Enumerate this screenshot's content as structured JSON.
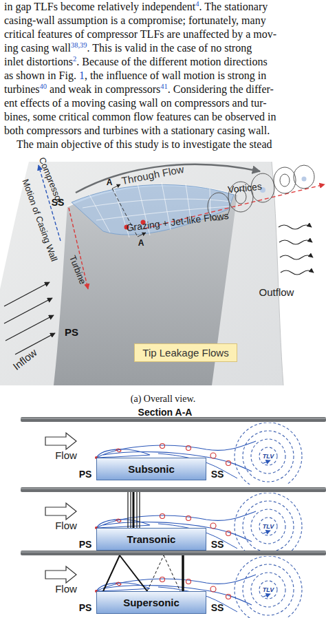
{
  "diagram": {
    "caption": "(a) Overall view.",
    "nodes": [
      {
        "text": [
          "Tip Leakage Flows"
        ]
      },
      {
        "text": [
          "Subsonic"
        ]
      },
      {
        "text": [
          "Transonic"
        ]
      },
      {
        "text": [
          "Supersonic"
        ]
      }
    ],
    "labels": [
      "in gap TLFs become relatively independent",
      "4",
      ". The stationary",
      "casing-wall assumption is a compromise; fortunately, many",
      "critical features of compressor TLFs are unaffected by a mov-",
      "ing casing wall",
      "38,39",
      ". This is valid in the case of no strong",
      "inlet distortions",
      "2",
      ". Because of the different motion directions",
      "as shown in Fig.",
      "1",
      ", the influence of wall motion is strong in",
      "turbines",
      "40",
      "and weak in compressors",
      "41",
      ". Considering the differ-",
      "ent effects of a moving casing wall on compressors and tur-",
      "bines, some critical common flow features can be observed in",
      "both compressors and turbines with a stationary casing wall.",
      "The main objective of this study is to investigate the stead",
      "Through Flow",
      "Vortices",
      "A",
      "A",
      "SS",
      "Compressor",
      "Motion of Casing Wall",
      "Turbine",
      "Grazing + Jet-like Flows",
      "Outflow",
      "PS",
      "Inflow",
      "Section A-A",
      "Flow",
      "PS",
      "SS",
      "TLV",
      "Flow",
      "PS",
      "SS",
      "TLV",
      "Flow",
      "PS",
      "SS",
      "TLV"
    ]
  }
}
